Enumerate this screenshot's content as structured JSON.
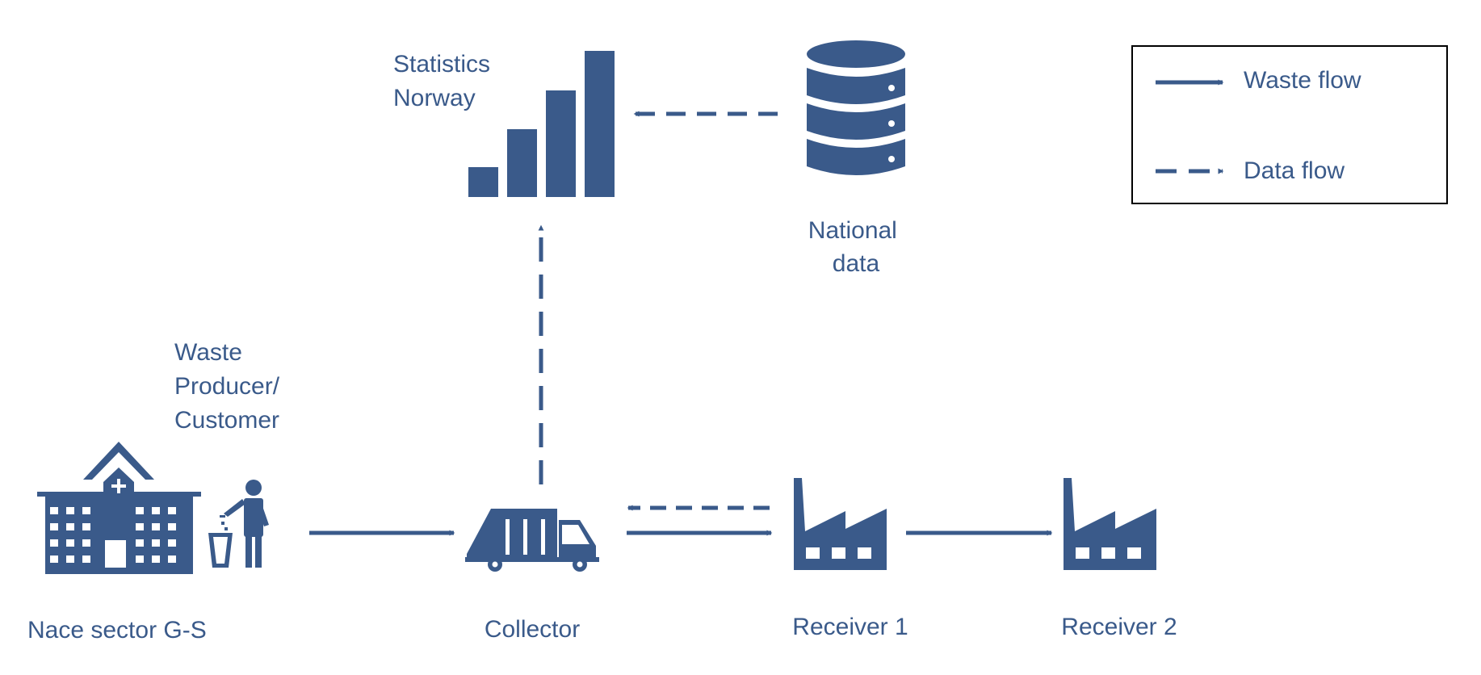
{
  "colors": {
    "icon": "#3a5a8a",
    "text": "#3a5a8a",
    "legend_border": "#000000",
    "background": "#ffffff"
  },
  "labels": {
    "statistics": [
      "Statistics",
      "Norway"
    ],
    "national": [
      "National",
      "data"
    ],
    "producer": [
      "Waste",
      "Producer/",
      "Customer"
    ],
    "nace": "Nace sector G-S",
    "collector": "Collector",
    "receiver1": "Receiver 1",
    "receiver2": "Receiver 2"
  },
  "legend": {
    "waste_flow": "Waste flow",
    "data_flow": "Data flow"
  },
  "icons": {
    "statistics": "bar-chart-icon",
    "national": "database-icon",
    "producer": "hospital-icon",
    "customer": "person-trash-icon",
    "collector": "garbage-truck-icon",
    "receiver1": "factory-icon",
    "receiver2": "factory-icon"
  }
}
